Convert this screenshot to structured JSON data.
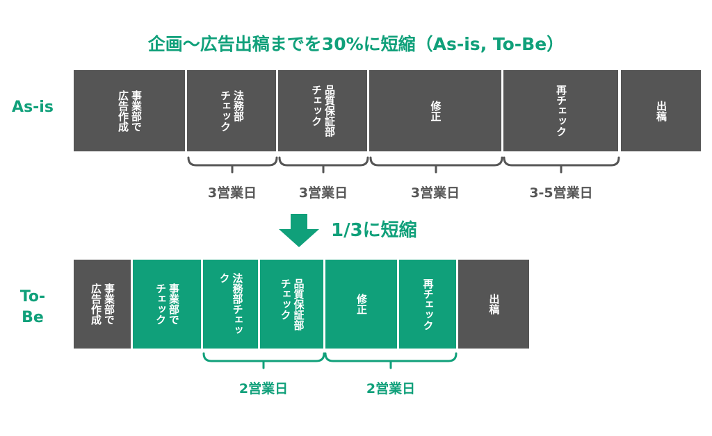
{
  "title": "企画〜広告出稿までを30%に短縮（As-is, To-Be）",
  "colors": {
    "accent": "#10a07a",
    "dark": "#555555"
  },
  "asis": {
    "label": "As-is",
    "steps": [
      {
        "text": "事業部で\n広告作成",
        "color": "gray"
      },
      {
        "text": "法務部\nチェック",
        "color": "gray"
      },
      {
        "text": "品質保証部\nチェック",
        "color": "gray"
      },
      {
        "text": "修正",
        "color": "gray"
      },
      {
        "text": "再チェック",
        "color": "gray"
      },
      {
        "text": "出稿",
        "color": "gray"
      }
    ],
    "durations": [
      "3営業日",
      "3営業日",
      "3営業日",
      "3-5営業日"
    ]
  },
  "arrow": {
    "label": "1/3に短縮",
    "icon": "down-arrow-icon"
  },
  "tobe": {
    "label": "To-\nBe",
    "steps": [
      {
        "text": "事業部で\n広告作成",
        "color": "gray"
      },
      {
        "text": "事業部で\nチェック",
        "color": "green"
      },
      {
        "text": "法務部チェッ\nク",
        "color": "green"
      },
      {
        "text": "品質保証部\nチェック",
        "color": "green"
      },
      {
        "text": "修正",
        "color": "green"
      },
      {
        "text": "再チェック",
        "color": "green"
      },
      {
        "text": "出稿",
        "color": "gray"
      }
    ],
    "durations": [
      "2営業日",
      "2営業日"
    ]
  }
}
